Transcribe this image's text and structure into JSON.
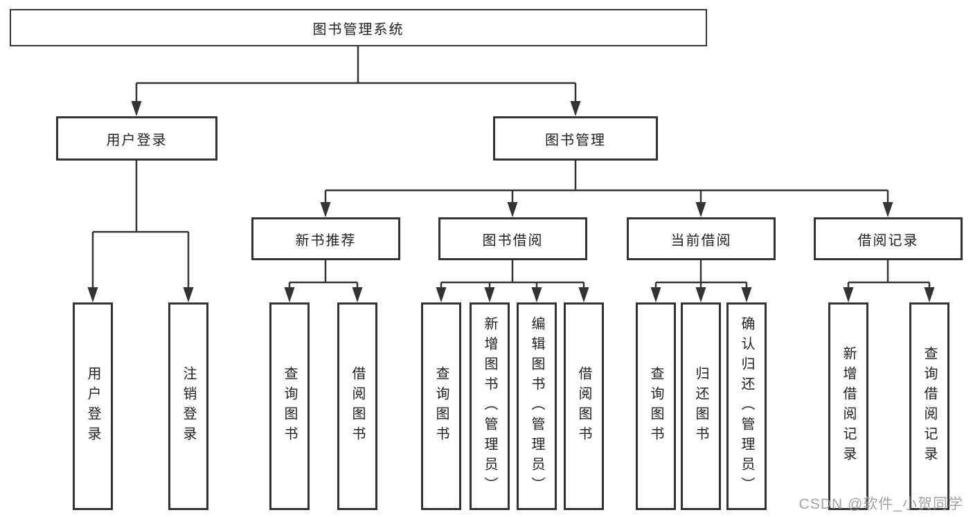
{
  "diagram": {
    "root": {
      "label": "图书管理系统"
    },
    "branches": [
      {
        "label": "用户登录",
        "children": [
          {
            "label": "用户登录"
          },
          {
            "label": "注销登录"
          }
        ]
      },
      {
        "label": "图书管理",
        "sections": [
          {
            "label": "新书推荐",
            "children": [
              {
                "label": "查询图书"
              },
              {
                "label": "借阅图书"
              }
            ]
          },
          {
            "label": "图书借阅",
            "children": [
              {
                "label": "查询图书"
              },
              {
                "label": "新增图书（管理员）"
              },
              {
                "label": "编辑图书（管理员）"
              },
              {
                "label": "借阅图书"
              }
            ]
          },
          {
            "label": "当前借阅",
            "children": [
              {
                "label": "查询图书"
              },
              {
                "label": "归还图书"
              },
              {
                "label": "确认归还（管理员）"
              }
            ]
          },
          {
            "label": "借阅记录",
            "children": [
              {
                "label": "新增借阅记录"
              },
              {
                "label": "查询借阅记录"
              }
            ]
          }
        ]
      }
    ]
  },
  "watermark": "CSDN @软件_小贺同学",
  "colors": {
    "line": "#333333",
    "text": "#1f1f1f",
    "watermark": "#989898",
    "background": "#ffffff"
  }
}
